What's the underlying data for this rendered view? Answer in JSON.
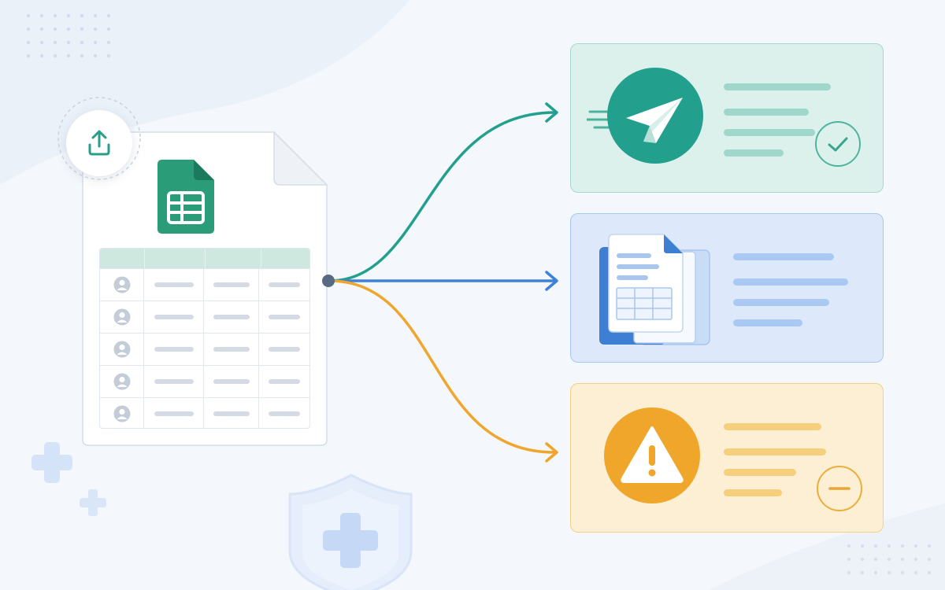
{
  "diagram": {
    "colors": {
      "background": "#f4f7fb",
      "sheet_green": "#2a9d78",
      "branch_success": "#22a08d",
      "branch_document": "#3d82d8",
      "branch_warning": "#f0a52b",
      "shield": "#dce8fb"
    },
    "source": {
      "upload_icon": "upload-icon",
      "file_icon": "spreadsheet-file-icon",
      "table": {
        "columns": 4,
        "rows": 5,
        "row_icon": "user-avatar-icon"
      }
    },
    "outputs": [
      {
        "name": "success-card",
        "icon": "paper-plane-icon",
        "status_icon": "check-circle-icon",
        "color": "#22a08d"
      },
      {
        "name": "document-card",
        "icon": "document-copies-icon",
        "color": "#3d82d8"
      },
      {
        "name": "warning-card",
        "icon": "warning-triangle-icon",
        "status_icon": "minus-circle-icon",
        "color": "#f0a52b"
      }
    ],
    "decorations": [
      "plus-icon",
      "shield-plus-icon",
      "dot-grid"
    ]
  }
}
